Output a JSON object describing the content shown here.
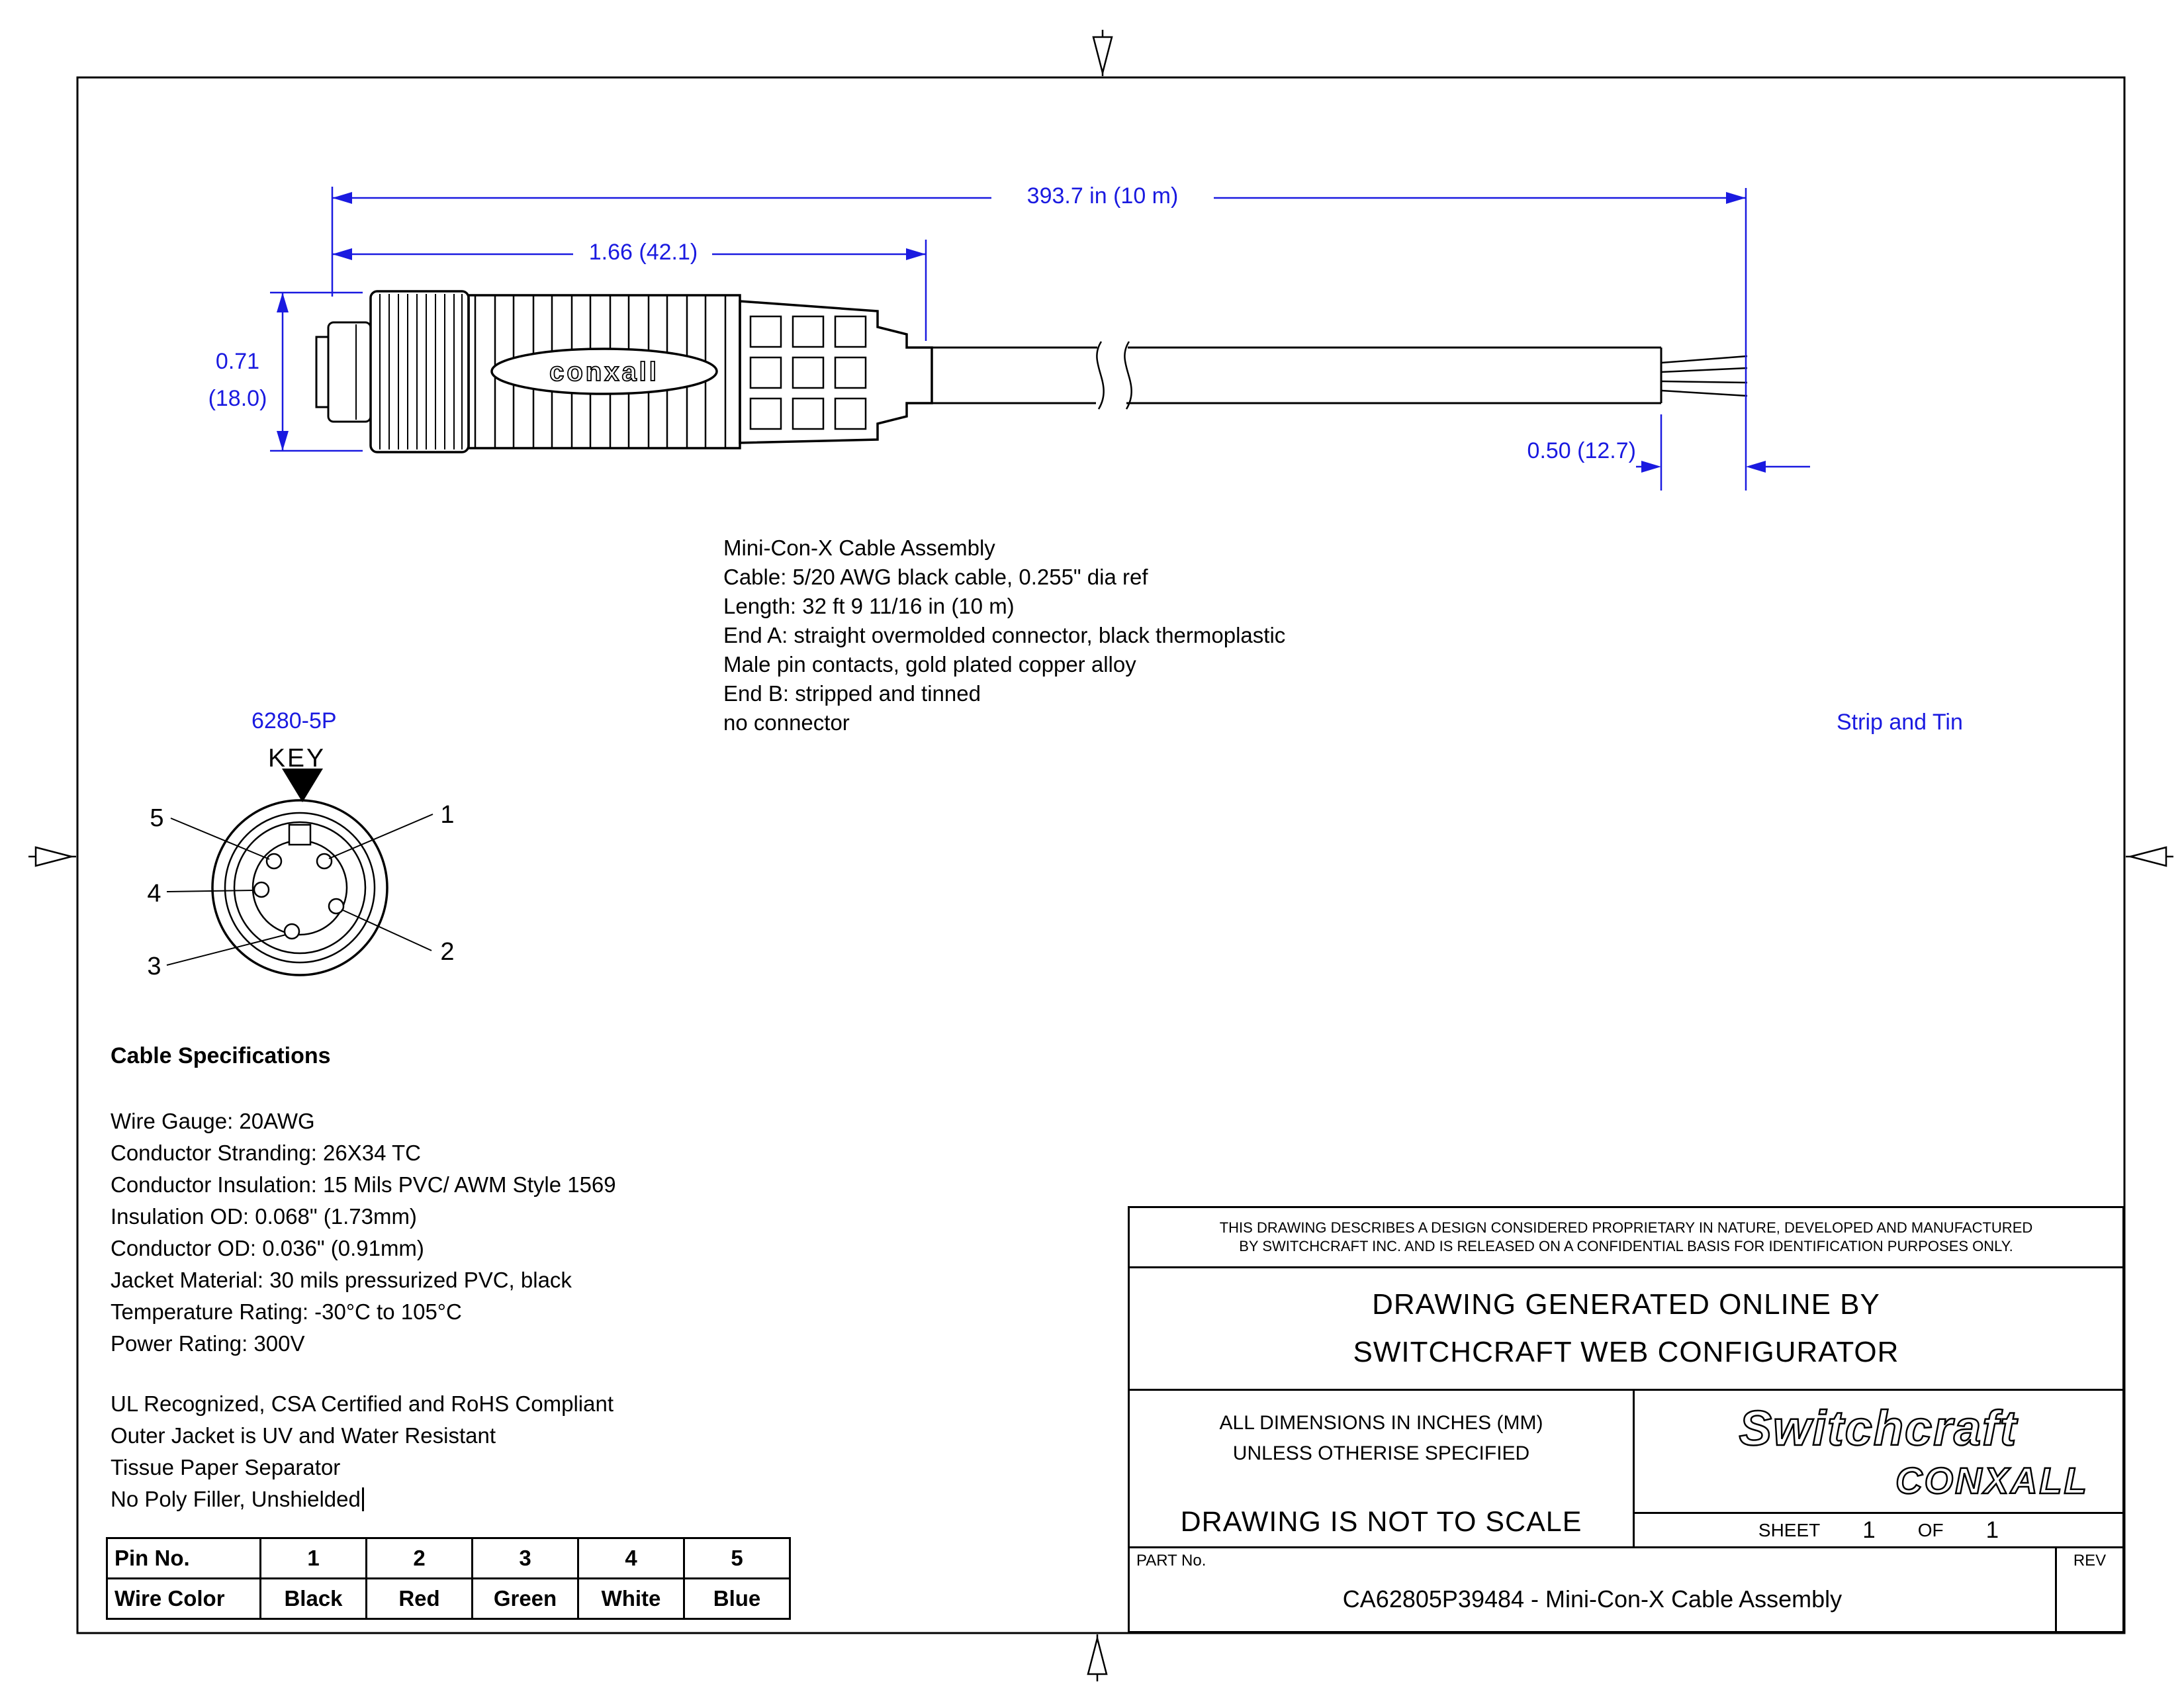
{
  "colors": {
    "dimension_blue": "#1a1ae0",
    "line_black": "#000000"
  },
  "dimensions": {
    "overall_length": "393.7 in (10 m)",
    "connector_length": "1.66 (42.1)",
    "diameter_line1": "0.71",
    "diameter_line2": "(18.0)",
    "strip_length": "0.50 (12.7)"
  },
  "labels": {
    "part_ref": "6280-5P",
    "key": "KEY",
    "strip_note": "Strip and Tin",
    "logo": "conxall"
  },
  "pins": {
    "p1": "1",
    "p2": "2",
    "p3": "3",
    "p4": "4",
    "p5": "5"
  },
  "description": {
    "lines": [
      "Mini-Con-X Cable Assembly",
      "Cable: 5/20 AWG black cable, 0.255\" dia ref",
      "Length: 32 ft 9 11/16 in (10 m)",
      "End A: straight overmolded connector, black thermoplastic",
      "Male pin contacts, gold plated copper alloy",
      "End B: stripped and tinned",
      "no connector"
    ]
  },
  "specs": {
    "heading": "Cable Specifications",
    "group1": [
      "Wire Gauge: 20AWG",
      "Conductor Stranding: 26X34 TC",
      "Conductor Insulation: 15 Mils PVC/ AWM Style 1569",
      "Insulation OD: 0.068\" (1.73mm)",
      "Conductor OD: 0.036\" (0.91mm)",
      "Jacket Material: 30 mils pressurized PVC, black",
      "Temperature Rating: -30°C to 105°C",
      "Power Rating: 300V"
    ],
    "group2": [
      "UL Recognized, CSA Certified and RoHS Compliant",
      "Outer Jacket is UV and Water Resistant",
      "Tissue Paper Separator",
      "No Poly Filler, Unshielded"
    ]
  },
  "wire_table": {
    "rows": [
      [
        "Pin No.",
        "1",
        "2",
        "3",
        "4",
        "5"
      ],
      [
        "Wire Color",
        "Black",
        "Red",
        "Green",
        "White",
        "Blue"
      ]
    ]
  },
  "title_block": {
    "proprietary_line1": "THIS DRAWING DESCRIBES A DESIGN CONSIDERED PROPRIETARY IN NATURE, DEVELOPED AND MANUFACTURED",
    "proprietary_line2": "BY SWITCHCRAFT INC. AND IS RELEASED ON A CONFIDENTIAL BASIS FOR IDENTIFICATION PURPOSES ONLY.",
    "generated_line1": "DRAWING GENERATED ONLINE BY",
    "generated_line2": "SWITCHCRAFT WEB CONFIGURATOR",
    "dims_note_line1": "ALL DIMENSIONS IN INCHES (MM)",
    "dims_note_line2": "UNLESS OTHERISE SPECIFIED",
    "not_to_scale": "DRAWING IS NOT TO SCALE",
    "brand_line1": "Switchcraft",
    "brand_line2": "CONXALL",
    "sheet_label": "SHEET",
    "sheet_num": "1",
    "of_label": "OF",
    "of_num": "1",
    "part_label": "PART No.",
    "part_number": "CA62805P39484 - Mini-Con-X Cable Assembly",
    "rev_label": "REV"
  }
}
